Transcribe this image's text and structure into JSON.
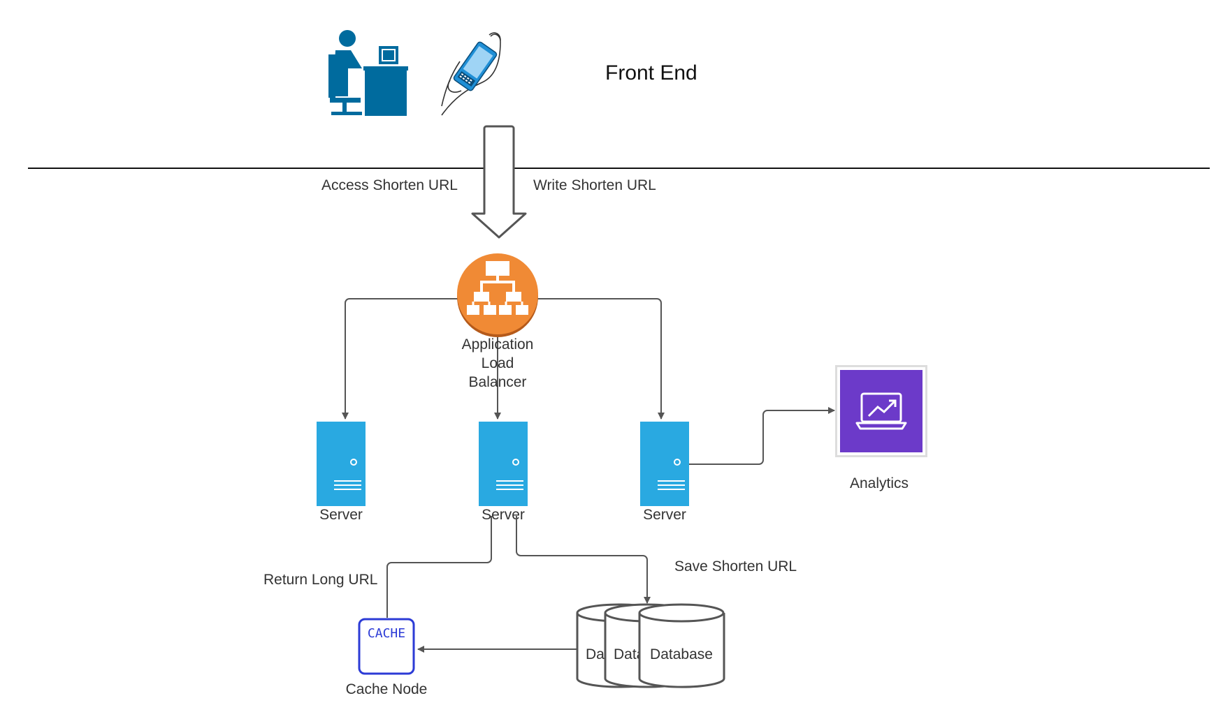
{
  "front_end": {
    "title": "Front End"
  },
  "flow_labels": {
    "access": "Access Shorten URL",
    "write": "Write Shorten URL",
    "return_long": "Return Long URL",
    "save_shorten": "Save Shorten URL"
  },
  "load_balancer": {
    "line1": "Application",
    "line2": "Load",
    "line3": "Balancer"
  },
  "servers": [
    {
      "label": "Server"
    },
    {
      "label": "Server"
    },
    {
      "label": "Server"
    }
  ],
  "analytics": {
    "label": "Analytics"
  },
  "cache": {
    "badge": "CACHE",
    "label": "Cache Node"
  },
  "databases": [
    {
      "label": "Da"
    },
    {
      "label": "Data"
    },
    {
      "label": "Database"
    }
  ],
  "colors": {
    "user_icon": "#006b9e",
    "device": "#1f8fd6",
    "load_balancer": "#f08a35",
    "load_balancer_shadow": "#b55a1a",
    "server": "#29a9e1",
    "analytics": "#6c3ac9",
    "cache_border": "#2c3bd6",
    "line": "#555555"
  },
  "icons": [
    "desktop-user-icon",
    "mobile-device-icon",
    "load-balancer-icon",
    "server-icon",
    "analytics-icon",
    "cache-icon",
    "database-icon"
  ]
}
